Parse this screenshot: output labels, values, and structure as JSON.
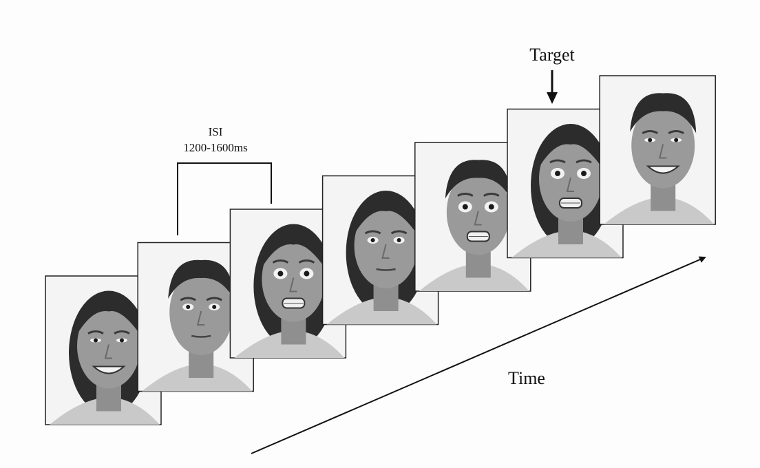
{
  "labels": {
    "isi_line1": "ISI",
    "isi_line2": "1200-1600ms",
    "target": "Target",
    "time": "Time"
  },
  "frames": [
    {
      "expression": "happy",
      "sex": "female"
    },
    {
      "expression": "neutral",
      "sex": "male"
    },
    {
      "expression": "fearful",
      "sex": "female"
    },
    {
      "expression": "neutral",
      "sex": "female"
    },
    {
      "expression": "fearful",
      "sex": "male"
    },
    {
      "expression": "fearful",
      "sex": "female"
    },
    {
      "expression": "happy",
      "sex": "male"
    }
  ],
  "target_frame_index": 5,
  "colors": {
    "background": "#fdfdfd",
    "frame_border": "#222222",
    "photo_bg": "#f4f4f4",
    "skin": "#9a9a9a",
    "hair": "#2c2c2c",
    "lines": "#111111"
  }
}
